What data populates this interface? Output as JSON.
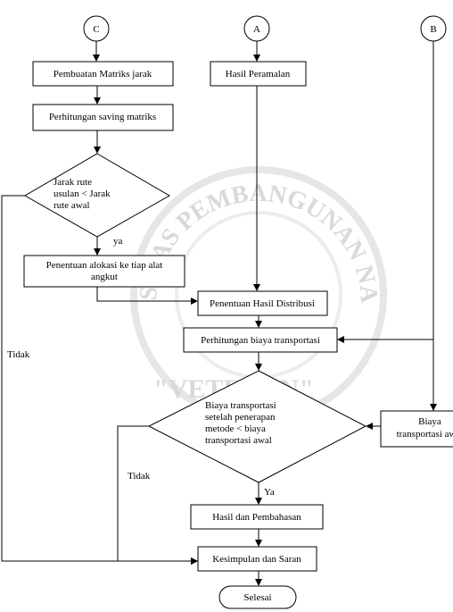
{
  "connectors": {
    "c": "C",
    "a": "A",
    "b": "B"
  },
  "boxes": {
    "matrix": "Pembuatan Matriks jarak",
    "forecast": "Hasil Peramalan",
    "saving": "Perhitungan saving matriks",
    "allocation_l1": "Penentuan alokasi ke tiap alat",
    "allocation_l2": "angkut",
    "distribution": "Penentuan Hasil Distribusi",
    "transport_cost": "Perhitungan biaya transportasi",
    "initial_cost_l1": "Biaya",
    "initial_cost_l2": "transportasi awal",
    "results": "Hasil dan Pembahasan",
    "conclusion": "Kesimpulan dan Saran"
  },
  "decisions": {
    "route": [
      "Jarak rute",
      "usulan < Jarak",
      "rute awal"
    ],
    "cost": [
      "Biaya transportasi",
      "setelah penerapan",
      "metode < biaya",
      "transportasi awal"
    ]
  },
  "terminal": "Selesai",
  "edge_labels": {
    "route_yes": "ya",
    "route_no": "Tidak",
    "cost_yes": "Ya",
    "cost_no": "Tidak"
  },
  "watermark": {
    "ring_text": "UNIVERSITAS PEMBANGUNAN NASIONAL",
    "banner": "\"VETERAN\""
  }
}
